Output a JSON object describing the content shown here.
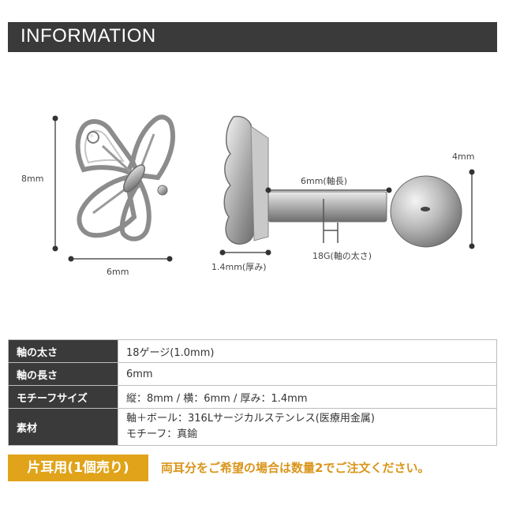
{
  "header": {
    "title": "INFORMATION"
  },
  "dimensions": {
    "height_label": "8mm",
    "width_label": "6mm",
    "thickness_label": "1.4mm(厚み)",
    "shaft_length_label": "6mm(軸長)",
    "gauge_label": "18G(軸の太さ)",
    "ball_label": "4mm"
  },
  "specs": [
    {
      "label": "軸の太さ",
      "values": [
        "18ゲージ(1.0mm)"
      ]
    },
    {
      "label": "軸の長さ",
      "values": [
        "6mm"
      ]
    },
    {
      "label": "モチーフサイズ",
      "values": [
        "縦：8mm / 横：6mm / 厚み：1.4mm"
      ]
    },
    {
      "label": "素材",
      "values": [
        "軸＋ボール：316Lサージカルステンレス(医療用金属)",
        "モチーフ：真鍮"
      ]
    }
  ],
  "promo": {
    "tag": "片耳用(1個売り)",
    "note": "両耳分をご希望の場合は数量2でご注文ください。"
  },
  "colors": {
    "header_bg": "#3a3a3a",
    "accent": "#e0a31a",
    "note": "#d9951a"
  }
}
